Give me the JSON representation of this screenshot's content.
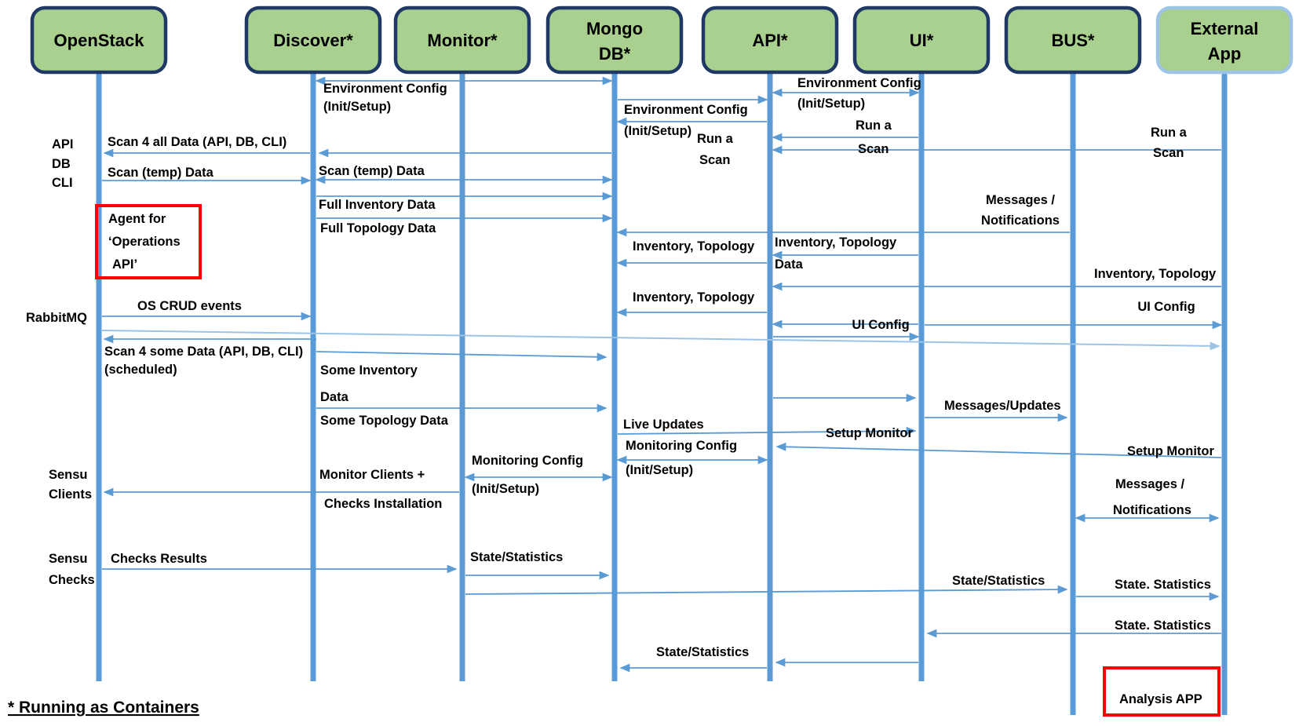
{
  "colors": {
    "actor_fill": "#a9d08e",
    "actor_border": "#1f3864",
    "external_border": "#9dc3e6",
    "line_blue": "#5b9bd5",
    "bus_line": "#9dc3e6",
    "annotation_red": "#ff0000",
    "text": "#000000"
  },
  "actors": {
    "openstack": {
      "label": "OpenStack"
    },
    "discover": {
      "label": "Discover*"
    },
    "monitor": {
      "label": "Monitor*"
    },
    "mongodb": {
      "line1": "Mongo",
      "line2": "DB*"
    },
    "api": {
      "label": "API*"
    },
    "ui": {
      "label": "UI*"
    },
    "bus": {
      "label": "BUS*"
    },
    "external": {
      "line1": "External",
      "line2": "App"
    }
  },
  "msg": {
    "env_config": "Environment Config",
    "init_setup": "(Init/Setup)",
    "run_a": "Run a",
    "scan": "Scan",
    "scan4all": "Scan 4 all Data (API, DB, CLI)",
    "scan_temp": "Scan (temp) Data",
    "full_inv": "Full Inventory Data",
    "full_top": "Full Topology Data",
    "messages_slash": "Messages /",
    "notifications": "Notifications",
    "inv_top": "Inventory, Topology",
    "data_word": "Data",
    "ui_config": "UI Config",
    "os_crud": "OS CRUD events",
    "scan4some": "Scan 4 some Data (API, DB, CLI)",
    "scheduled": "(scheduled)",
    "some_inv": "Some Inventory",
    "some_top": "Some Topology Data",
    "live_updates": "Live Updates",
    "msg_updates": "Messages/Updates",
    "setup_monitor": "Setup Monitor",
    "mon_config": "Monitoring Config",
    "mon_clients": "Monitor Clients +",
    "checks_inst": "Checks Installation",
    "checks_results": "Checks Results",
    "state_stats": "State/Statistics",
    "state_dot_stats": "State. Statistics"
  },
  "side": {
    "api": "API",
    "db": "DB",
    "cli": "CLI",
    "rabbitmq": "RabbitMQ",
    "sensu": "Sensu",
    "clients": "Clients",
    "checks": "Checks"
  },
  "annotations": {
    "agent_line1": "Agent for",
    "agent_line2": "‘Operations",
    "agent_line3": "API’",
    "analysis_app": "Analysis APP"
  },
  "footnote": "* Running as Containers"
}
